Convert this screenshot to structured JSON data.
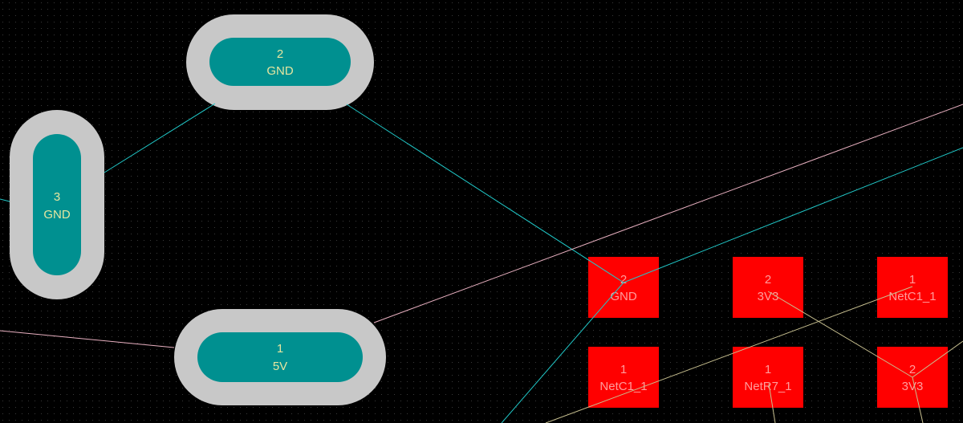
{
  "colors": {
    "background": "#000000",
    "grid": "#3a3a3a",
    "tht_ring": "#c8c8c8",
    "tht_pad": "#009090",
    "smd_pad": "#ff0000",
    "net_gnd": "#20c8c8",
    "net_5v": "#e8b0c0",
    "net_signal": "#c8c090"
  },
  "tht_pads": [
    {
      "number": "2",
      "net": "GND"
    },
    {
      "number": "3",
      "net": "GND"
    },
    {
      "number": "1",
      "net": "5V"
    }
  ],
  "smd_pads": [
    {
      "number": "2",
      "net": "GND"
    },
    {
      "number": "2",
      "net": "3V3"
    },
    {
      "number": "1",
      "net": "NetC1_1"
    },
    {
      "number": "1",
      "net": "NetC1_1"
    },
    {
      "number": "1",
      "net": "NetR7_1"
    },
    {
      "number": "2",
      "net": "3V3"
    }
  ]
}
